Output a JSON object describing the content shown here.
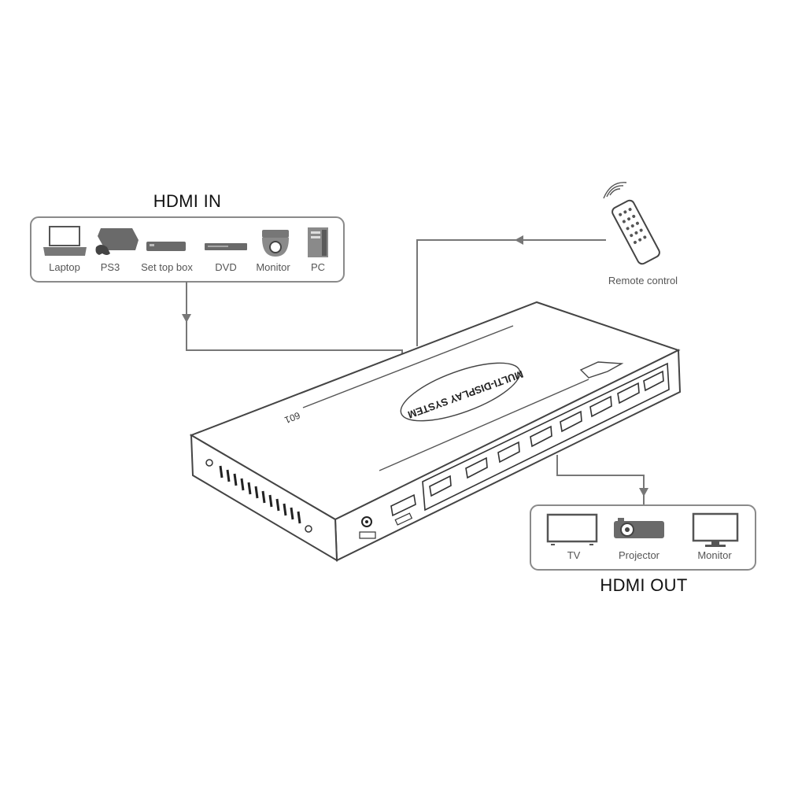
{
  "hdmi_in": {
    "title": "HDMI IN",
    "devices": [
      {
        "label": "Laptop",
        "icon": "laptop-icon"
      },
      {
        "label": "PS3",
        "icon": "game-console-icon"
      },
      {
        "label": "Set top box",
        "icon": "set-top-box-icon"
      },
      {
        "label": "DVD",
        "icon": "dvd-player-icon"
      },
      {
        "label": "Monitor",
        "icon": "security-camera-icon"
      },
      {
        "label": "PC",
        "icon": "pc-tower-icon"
      }
    ]
  },
  "remote": {
    "label": "Remote control",
    "icon": "remote-control-icon"
  },
  "hdmi_out": {
    "title": "HDMI OUT",
    "devices": [
      {
        "label": "TV",
        "icon": "tv-icon"
      },
      {
        "label": "Projector",
        "icon": "projector-icon"
      },
      {
        "label": "Monitor",
        "icon": "monitor-icon"
      }
    ]
  },
  "device": {
    "brand_text": "MULTI-DISPLAY SYSTEM",
    "model_text": "601",
    "output_port_count": 8,
    "input_port_count": 1
  },
  "colors": {
    "line": "#777777",
    "ink": "#555555",
    "box_border": "#8a8a8a"
  }
}
